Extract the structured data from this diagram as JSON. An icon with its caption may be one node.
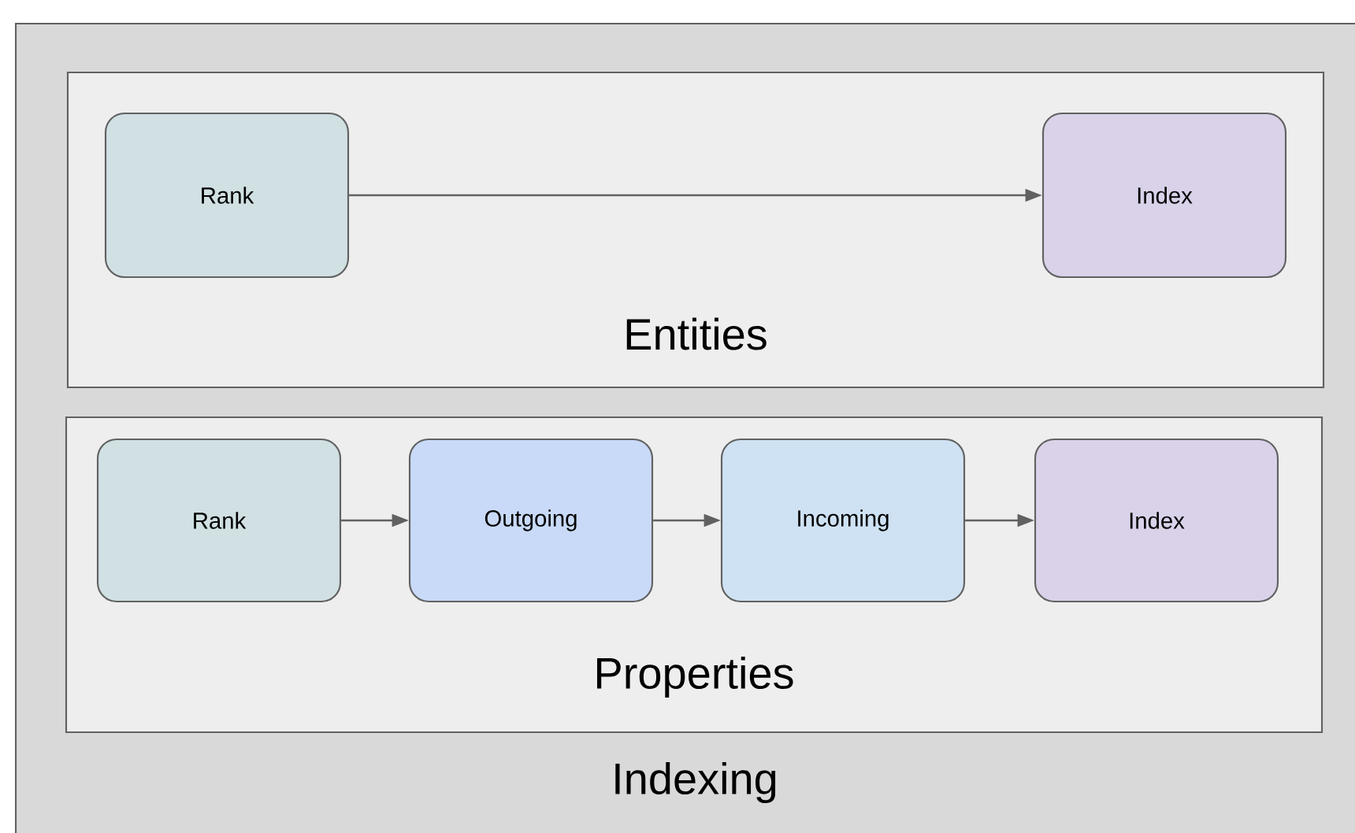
{
  "diagram": {
    "nodes": [
      {
        "text": [
          "Indexing"
        ]
      },
      {
        "text": [
          "Entities"
        ],
        "in": 0
      },
      {
        "text": [
          "Rank"
        ],
        "in": 1
      },
      {
        "text": [
          "Index"
        ],
        "in": 1
      },
      {
        "text": [
          "Properties"
        ],
        "in": 0
      },
      {
        "text": [
          "Rank"
        ],
        "in": 4
      },
      {
        "text": [
          "Outgoing"
        ],
        "in": 4
      },
      {
        "text": [
          "Incoming"
        ],
        "in": 4
      },
      {
        "text": [
          "Index"
        ],
        "in": 4
      }
    ],
    "edges": [
      {
        "from": 2,
        "to": 3,
        "arrow": "to"
      },
      {
        "from": 5,
        "to": 6,
        "arrow": "to"
      },
      {
        "from": 6,
        "to": 7,
        "arrow": "to"
      },
      {
        "from": 7,
        "to": 8,
        "arrow": "to"
      }
    ]
  }
}
